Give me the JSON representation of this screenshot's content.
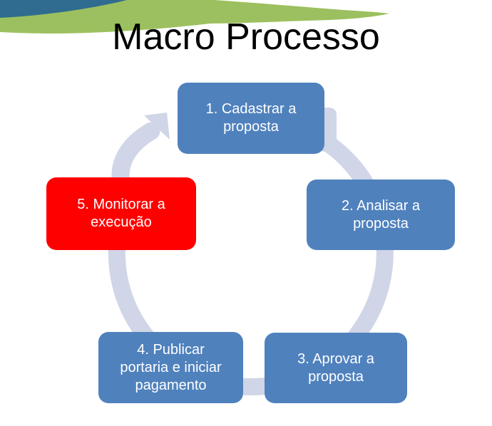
{
  "slide": {
    "title": "Macro Processo",
    "background": "#FFFFFF"
  },
  "decoration": {
    "teal_swoosh_color": "#2F6C8F",
    "green_swoosh_color": "#9CC05F"
  },
  "colors": {
    "step_blue": "#4F81BD",
    "step_highlight_red": "#FF0000",
    "arrow_band": "#D0D5E7",
    "step_text": "#FFFFFF",
    "title_text": "#000000"
  },
  "diagram": {
    "type": "cycle",
    "direction": "clockwise",
    "steps": [
      {
        "id": 1,
        "label": "1. Cadastrar a\nproposta",
        "color": "#4F81BD",
        "highlighted": false
      },
      {
        "id": 2,
        "label": "2. Analisar a\nproposta",
        "color": "#4F81BD",
        "highlighted": false
      },
      {
        "id": 3,
        "label": "3. Aprovar a\nproposta",
        "color": "#4F81BD",
        "highlighted": false
      },
      {
        "id": 4,
        "label": "4. Publicar\nportaria e iniciar\npagamento",
        "color": "#4F81BD",
        "highlighted": false
      },
      {
        "id": 5,
        "label": "5. Monitorar a\nexecução",
        "color": "#FF0000",
        "highlighted": true
      }
    ]
  }
}
